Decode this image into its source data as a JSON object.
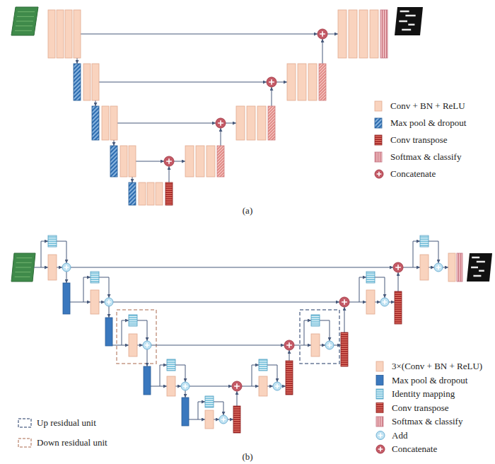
{
  "diagram": {
    "labels": [
      "(a)",
      "(b)"
    ],
    "legend": [
      {
        "text": "Conv + BN + ReLU",
        "color": "#f9d3be"
      },
      {
        "text": "Max pool & dropout"
      },
      {
        "text": "Conv transpose"
      },
      {
        "text": "Softmax & classify"
      },
      {
        "text": "Concatenate"
      },
      {
        "text": "3×(Conv + BN + ReLU)",
        "color": "#f9d3be"
      },
      {
        "text": "Max pool & dropout"
      },
      {
        "text": "Identity mapping"
      },
      {
        "text": "Conv transpose"
      },
      {
        "text": "Softmax & classify"
      },
      {
        "text": "Add"
      },
      {
        "text": "Concatenate"
      },
      {
        "text": "Up residual unit"
      },
      {
        "text": "Down residual unit"
      }
    ]
  }
}
